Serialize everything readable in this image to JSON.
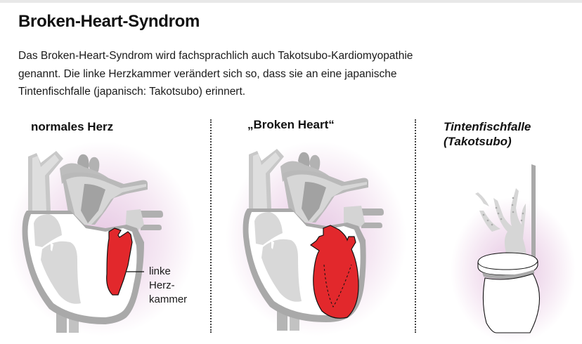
{
  "header": {
    "title": "Broken-Heart-Syndrom"
  },
  "intro": {
    "lines": [
      "Das Broken-Heart-Syndrom wird fachsprachlich auch Takotsubo-Kardiomyopathie",
      "genannt. Die linke Herzkammer verändert sich so, dass sie an eine japanische",
      "Tintenfischfalle (japanisch: Takotsubo) erinnert."
    ]
  },
  "panels": [
    {
      "heading": "normales Herz",
      "icon": "normal-heart-illustration",
      "annotation": {
        "lines": [
          "linke",
          "Herz-",
          "kammer"
        ]
      }
    },
    {
      "heading": "„Broken Heart“",
      "icon": "broken-heart-illustration"
    },
    {
      "heading_lines": [
        "Tintenfischfalle",
        "(Takotsubo)"
      ],
      "icon": "octopus-trap-illustration"
    }
  ],
  "colors": {
    "ventricle_red": "#e2282c",
    "heart_gray_dark": "#a9a9a9",
    "heart_gray_mid": "#c4c4c4",
    "heart_gray_light": "#dcdcdc",
    "glow_pink": "#e8c8e4",
    "divider": "#444444"
  }
}
